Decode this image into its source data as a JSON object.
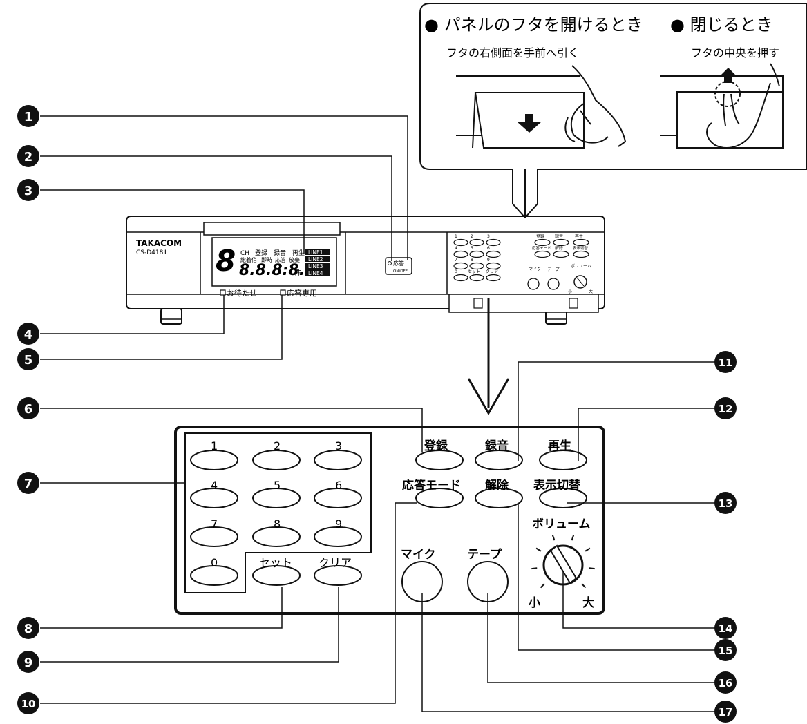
{
  "callout": {
    "open_title": "● パネルのフタを開けるとき",
    "open_desc": "フタの右側面を手前へ引く",
    "close_title": "● 閉じるとき",
    "close_desc": "フタの中央を押す"
  },
  "device": {
    "brand": "TAKACOM",
    "model": "CS-D418Ⅱ",
    "display": {
      "digit": "8",
      "row1": [
        "CH",
        "登録",
        "録音",
        "再生"
      ],
      "row2": [
        "総着信",
        "即時",
        "応答",
        "放棄"
      ],
      "seg": "8.8.8:8.8.",
      "unit": "件",
      "lines": [
        "LINE1",
        "LINE2",
        "LINE3",
        "LINE4"
      ]
    },
    "lamp_wait": "お待たせ",
    "lamp_answer_only": "応答専用",
    "answer_switch": "応答",
    "answer_switch_sub": "ON/OFF"
  },
  "panel": {
    "keys": [
      "1",
      "2",
      "3",
      "4",
      "5",
      "6",
      "7",
      "8",
      "9",
      "0",
      "セット",
      "クリア"
    ],
    "func": [
      "登録",
      "録音",
      "再生",
      "応答モード",
      "解除",
      "表示切替"
    ],
    "mic": "マイク",
    "tape": "テープ",
    "volume": "ボリューム",
    "vol_min": "小",
    "vol_max": "大"
  },
  "mini": {
    "func": [
      "登録",
      "録音",
      "再生",
      "応答モード",
      "解除",
      "表示切替"
    ],
    "keys": [
      "1",
      "2",
      "3",
      "4",
      "5",
      "6",
      "7",
      "8",
      "9",
      "0",
      "セット",
      "クリア"
    ],
    "mic": "マイク",
    "tape": "テープ",
    "volume": "ボリューム",
    "vol_min": "小",
    "vol_max": "大"
  },
  "markers": [
    "1",
    "2",
    "3",
    "4",
    "5",
    "6",
    "7",
    "8",
    "9",
    "10",
    "11",
    "12",
    "13",
    "14",
    "15",
    "16",
    "17"
  ]
}
